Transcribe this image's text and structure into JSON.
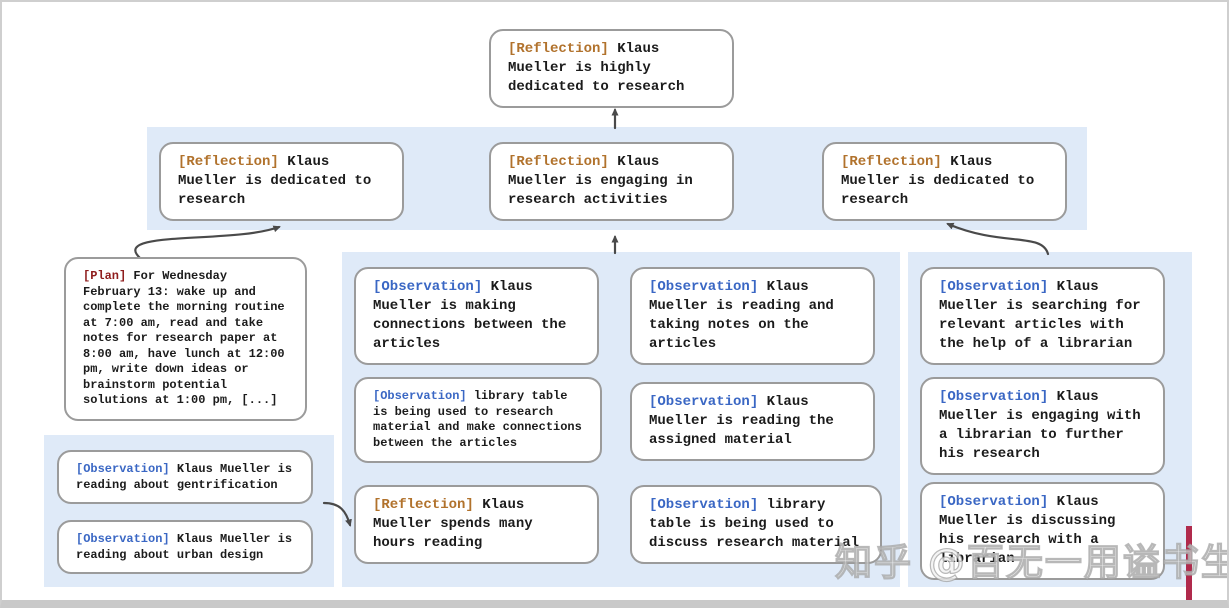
{
  "colors": {
    "reflection_tag": "#b1722c",
    "observation_tag": "#3a67c4",
    "plan_tag": "#8f1d1d",
    "band_background": "#dfeaf8",
    "node_border": "#9b9b9b",
    "node_text": "#1b1b1b",
    "arrow": "#4a4a4a",
    "red_bar": "#b02a4c"
  },
  "graph": {
    "root": {
      "tag": "[Reflection]",
      "text": "Klaus Mueller is highly dedicated to research"
    },
    "level2": [
      {
        "tag": "[Reflection]",
        "text": "Klaus Mueller is dedicated to research"
      },
      {
        "tag": "[Reflection]",
        "text": "Klaus Mueller is engaging in research activities"
      },
      {
        "tag": "[Reflection]",
        "text": "Klaus Mueller is dedicated to research"
      }
    ],
    "plan": {
      "tag": "[Plan]",
      "text": "For Wednesday February 13: wake up and complete the morning routine at 7:00 am, read and take notes for research paper at 8:00 am, have lunch at 12:00 pm, write down ideas or brainstorm potential solutions at 1:00 pm, [...]"
    },
    "left_observations": [
      {
        "tag": "[Observation]",
        "text": "Klaus Mueller is reading about gentrification"
      },
      {
        "tag": "[Observation]",
        "text": "Klaus Mueller is reading about urban design"
      }
    ],
    "middle_col1": [
      {
        "tag": "[Observation]",
        "text": "Klaus Mueller is making connections between the articles"
      },
      {
        "tag": "[Observation]",
        "text": "library table is being used to research material and make connections between the articles"
      },
      {
        "tag": "[Reflection]",
        "text": "Klaus Mueller spends many hours reading"
      }
    ],
    "middle_col2": [
      {
        "tag": "[Observation]",
        "text": "Klaus Mueller is reading and taking notes on the articles"
      },
      {
        "tag": "[Observation]",
        "text": "Klaus Mueller is reading the assigned material"
      },
      {
        "tag": "[Observation]",
        "text": "library table is being used to discuss research material"
      }
    ],
    "right_col": [
      {
        "tag": "[Observation]",
        "text": "Klaus Mueller is searching for relevant articles with the help of a librarian"
      },
      {
        "tag": "[Observation]",
        "text": "Klaus Mueller is engaging with a librarian to further his research"
      },
      {
        "tag": "[Observation]",
        "text": "Klaus Mueller is discussing his research with a librarian"
      }
    ]
  },
  "watermark": {
    "text": "知乎 @百无一用谥书生"
  }
}
